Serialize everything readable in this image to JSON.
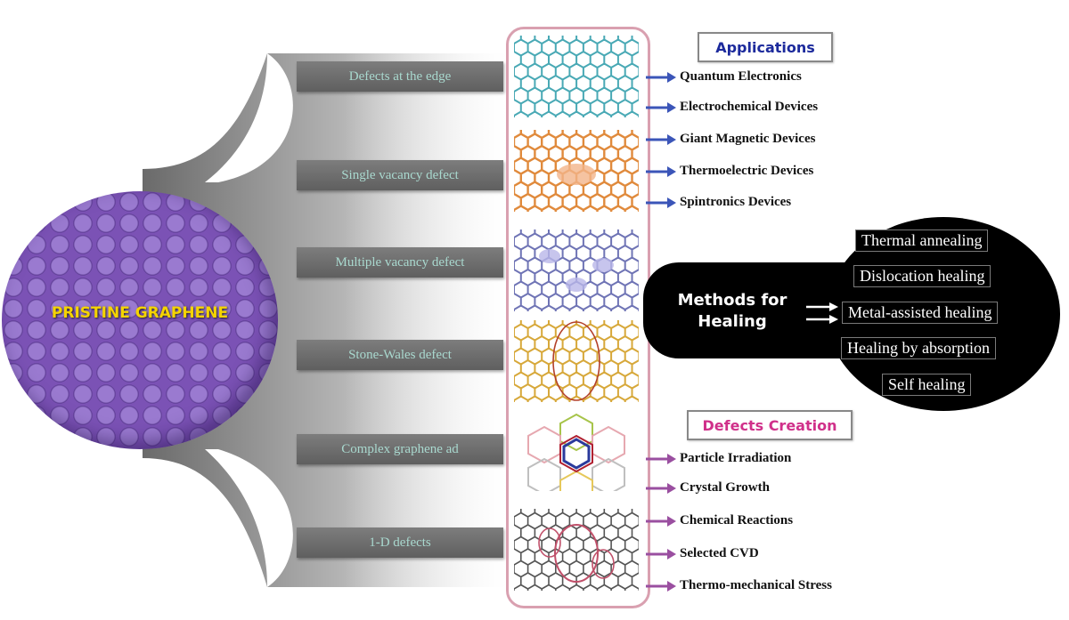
{
  "center": {
    "title": "PRISTINE GRAPHENE"
  },
  "defect_types": [
    "Defects at the edge",
    "Single vacancy defect",
    "Multiple vacancy defect",
    "Stone-Wales defect",
    "Complex graphene ad",
    "1-D defects"
  ],
  "applications": {
    "heading": "Applications",
    "items": [
      "Quantum Electronics",
      "Electrochemical Devices",
      "Giant Magnetic Devices",
      "Thermoelectric Devices",
      "Spintronics Devices"
    ]
  },
  "healing": {
    "heading_line1": "Methods for",
    "heading_line2": "Healing",
    "items": [
      "Thermal annealing",
      "Dislocation healing",
      "Metal-assisted healing",
      "Healing by absorption",
      "Self healing"
    ]
  },
  "defects_creation": {
    "heading": "Defects Creation",
    "items": [
      "Particle Irradiation",
      "Crystal Growth",
      "Chemical Reactions",
      "Selected CVD",
      "Thermo-mechanical Stress"
    ]
  },
  "colors": {
    "graphene_purple": "#7b52b5",
    "app_arrow": "#3b55b8",
    "app_heading": "#1c2a9c",
    "creation_arrow": "#9a4fa0",
    "creation_heading": "#d0308a",
    "frame_border": "#d9a0b0",
    "lattice_cyan": "#49a9b5",
    "lattice_orange": "#e08a3c",
    "lattice_blue": "#6f74b5",
    "lattice_gold": "#d7a83a",
    "lattice_red": "#c0506a"
  }
}
